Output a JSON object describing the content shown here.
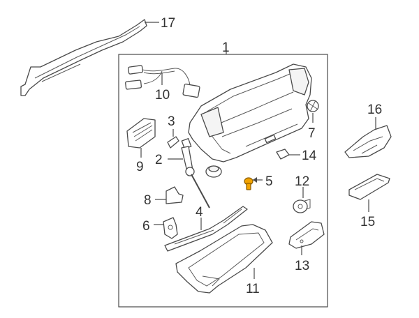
{
  "diagram": {
    "callouts": {
      "c1": "1",
      "c2": "2",
      "c3": "3",
      "c4": "4",
      "c5": "5",
      "c6": "6",
      "c7": "7",
      "c8": "8",
      "c9": "9",
      "c10": "10",
      "c11": "11",
      "c12": "12",
      "c13": "13",
      "c14": "14",
      "c15": "15",
      "c16": "16",
      "c17": "17"
    },
    "colors": {
      "line": "#4a4a4a",
      "highlight": "#f2a300",
      "background": "#ffffff"
    }
  }
}
